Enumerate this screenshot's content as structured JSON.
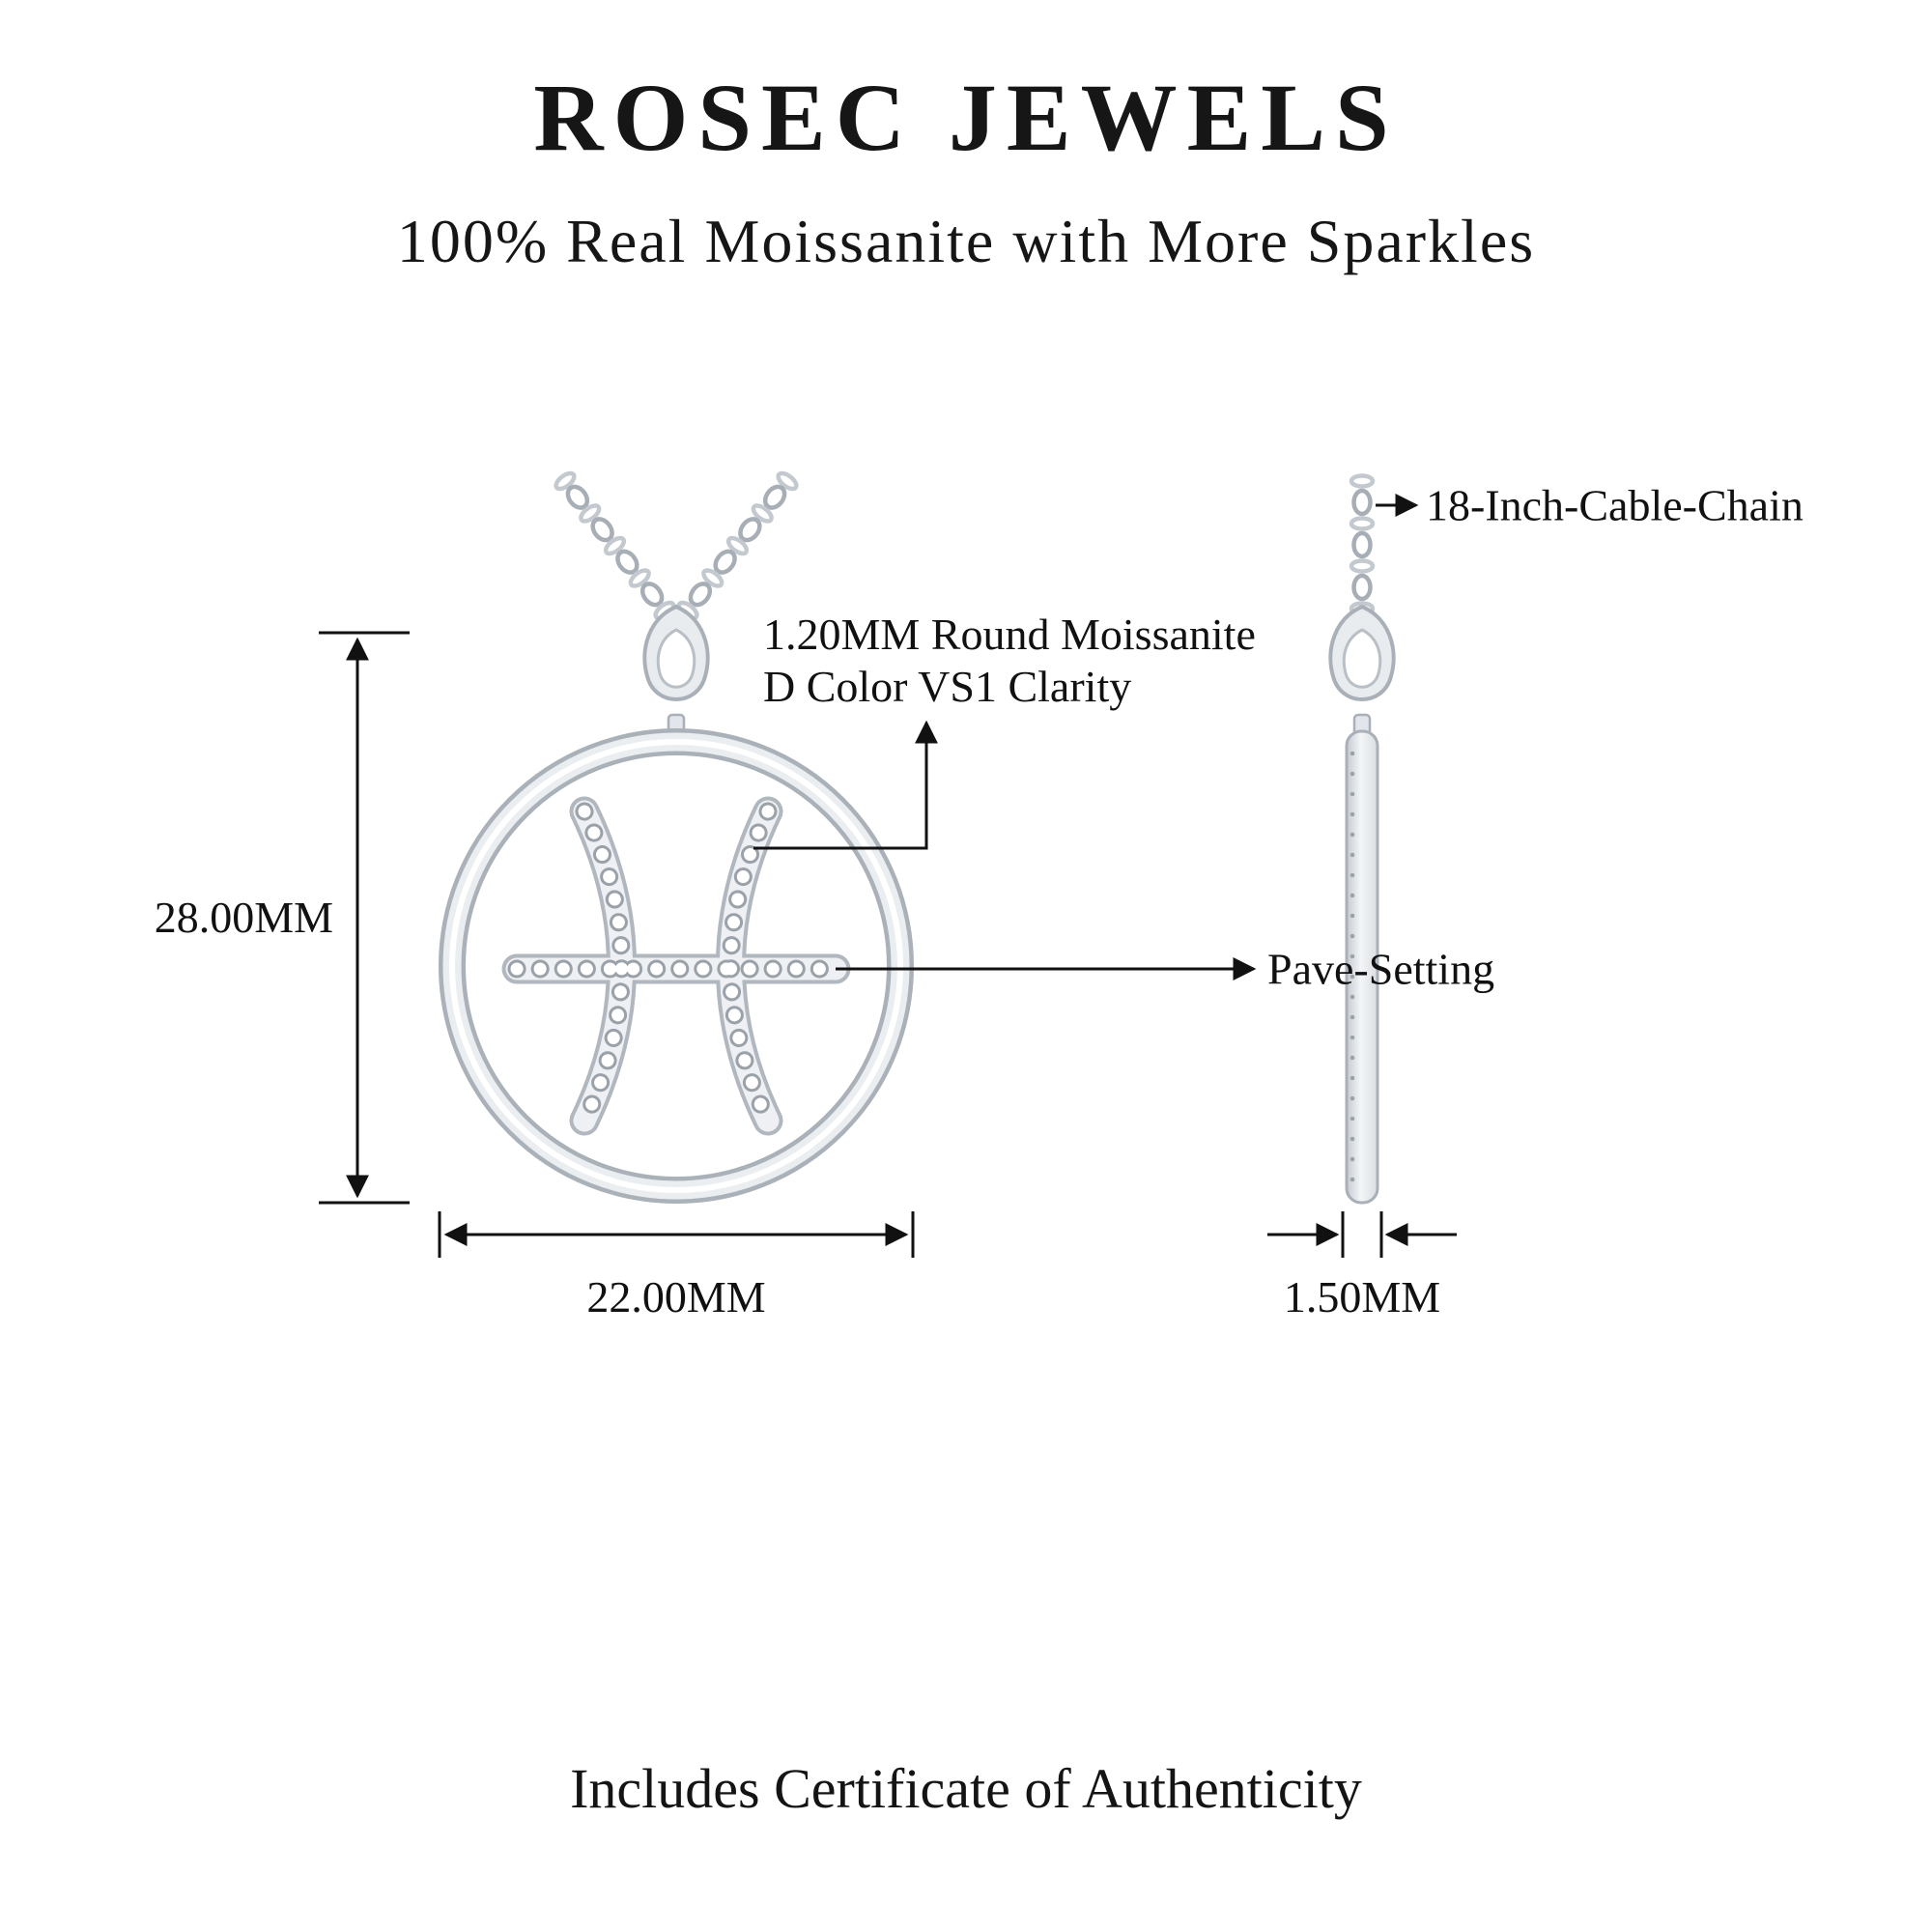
{
  "header": {
    "brand": "ROSEC JEWELS",
    "tagline": "100% Real Moissanite with More Sparkles"
  },
  "annotations": {
    "chain_label": "18-Inch-Cable-Chain",
    "stone_label_line1": "1.20MM Round Moissanite",
    "stone_label_line2": "D Color VS1 Clarity",
    "setting_label": "Pave-Setting"
  },
  "dimensions": {
    "pendant_height": "28.00MM",
    "pendant_width": "22.00MM",
    "pendant_thickness": "1.50MM"
  },
  "footer": {
    "note": "Includes Certificate of Authenticity"
  },
  "colors": {
    "ink": "#111111",
    "metal_edge": "#aab1b9",
    "metal_fill": "#ebeef1",
    "stone_white": "#ffffff"
  }
}
